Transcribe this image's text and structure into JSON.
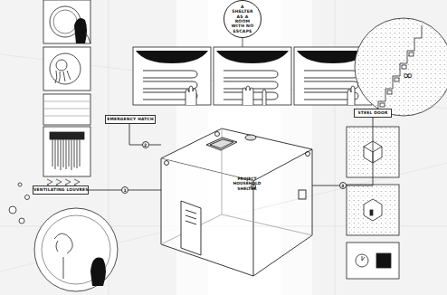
{
  "diagram": {
    "nodes": [
      {
        "text": [
          "A SHELTER AS A ROOM WITH NO ESCAPE"
        ]
      },
      {
        "text": [
          "EMERGENCY HATCH"
        ]
      },
      {
        "text": [
          "VENTILATING LOUVRES"
        ]
      },
      {
        "text": [
          "PROJECT HOUSEHOLD SHELTER"
        ]
      },
      {
        "text": [
          "STEEL DOOR"
        ]
      }
    ],
    "edges": [
      {
        "from": 1,
        "to": 3,
        "label": "2",
        "arrow": "none"
      },
      {
        "from": 2,
        "to": 3,
        "label": "1",
        "arrow": "none"
      },
      {
        "from": 4,
        "to": 3,
        "label": "3",
        "arrow": "none"
      }
    ],
    "labels": [
      "∞"
    ]
  }
}
